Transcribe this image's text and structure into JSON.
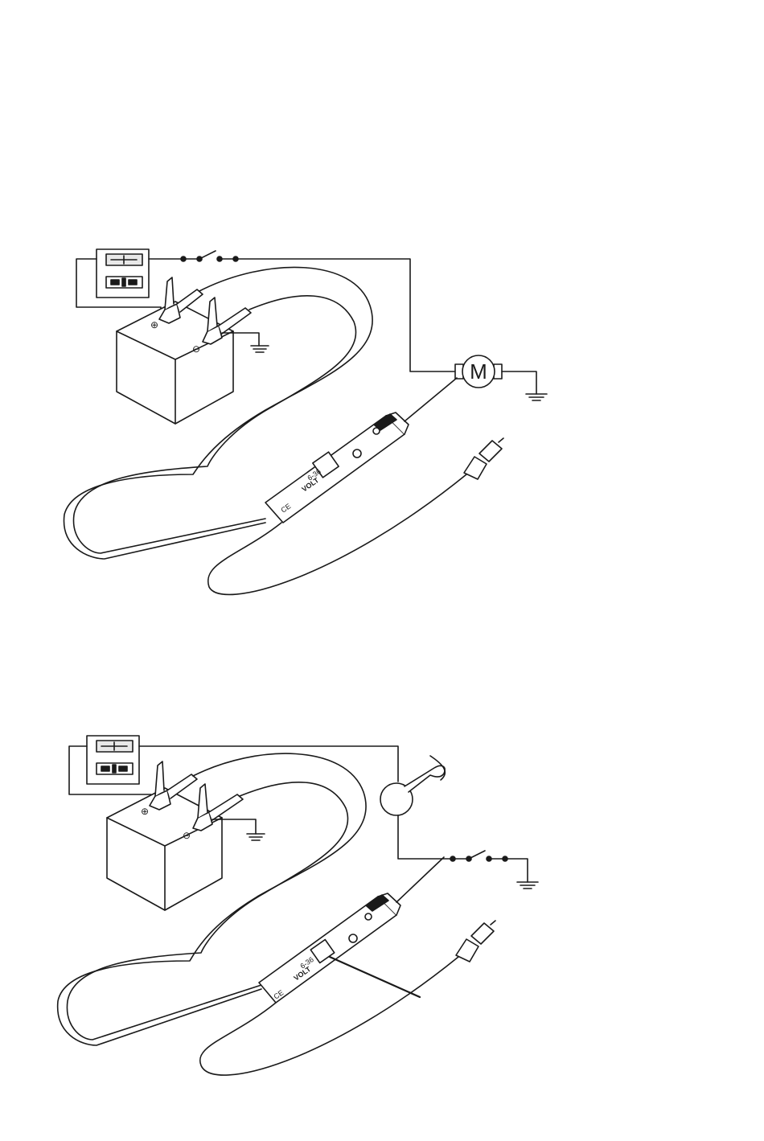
{
  "diagram1": {
    "motor_letter": "M",
    "battery_plus": "⊕",
    "battery_minus": "⊖",
    "probe_volt": "VOLT",
    "probe_range": "6-36",
    "probe_ce": "CE"
  },
  "diagram2": {
    "battery_plus": "⊕",
    "battery_minus": "⊖",
    "probe_volt": "VOLT",
    "probe_range": "6-36",
    "probe_ce": "CE"
  },
  "colors": {
    "ink": "#1a1a1a",
    "paper": "#ffffff",
    "lamp_fill": "#e8e8e8"
  },
  "icons": [
    "switch-icon",
    "ground-icon",
    "motor-icon",
    "horn-icon",
    "battery-icon",
    "probe-icon",
    "clip-icon"
  ]
}
